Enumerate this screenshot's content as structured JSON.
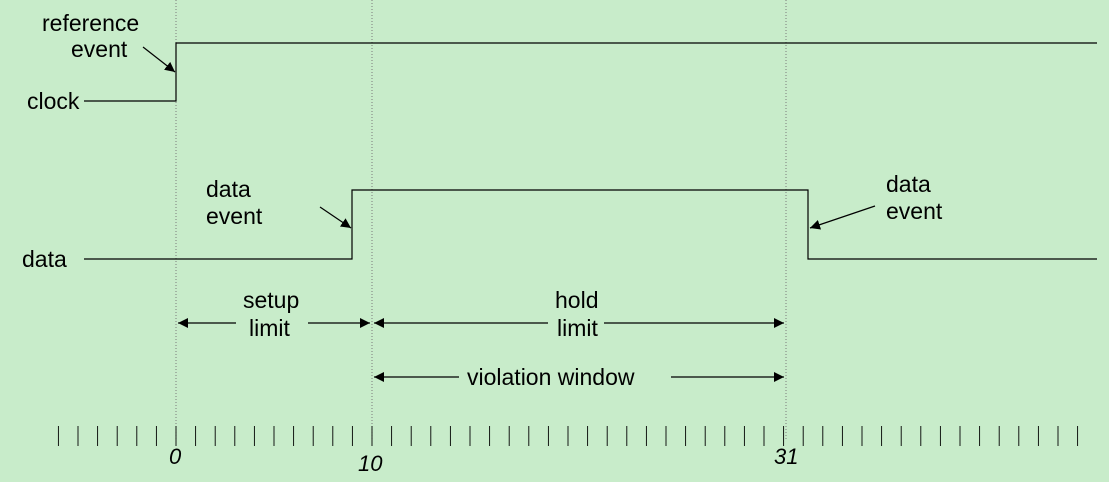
{
  "background_color": "#c8ecca",
  "line_color": "#000000",
  "guide_color": "#7a7a7a",
  "signals": {
    "clock_label": "clock",
    "data_label": "data"
  },
  "annotations": {
    "reference_event": [
      "reference",
      "event"
    ],
    "data_event_rise": [
      "data",
      "event"
    ],
    "data_event_fall": [
      "data",
      "event"
    ],
    "setup_limit": [
      "setup",
      "limit"
    ],
    "hold_limit": [
      "hold",
      "limit"
    ],
    "violation_window": "violation window"
  },
  "timeline": {
    "tick_labels": [
      "0",
      "10",
      "31"
    ]
  }
}
